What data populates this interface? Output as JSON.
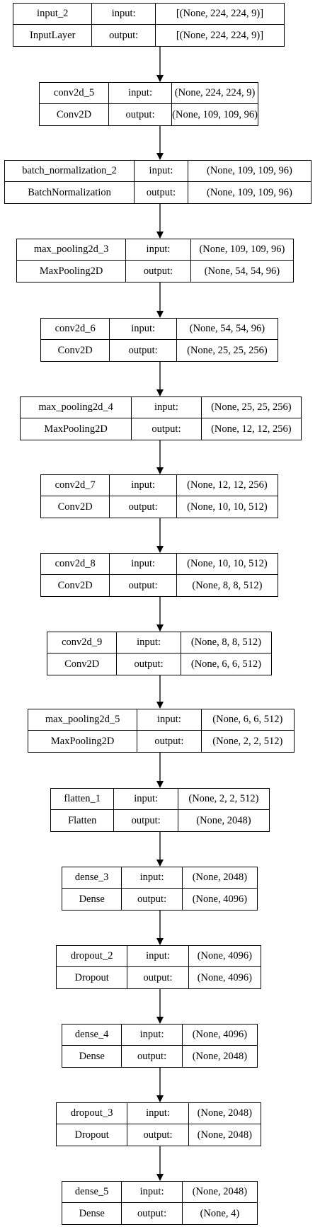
{
  "layers": [
    {
      "name": "input_2",
      "type": "InputLayer",
      "input_label": "input:",
      "output_label": "output:",
      "input_shape": "[(None, 224, 224, 9)]",
      "output_shape": "[(None, 224, 224, 9)]"
    },
    {
      "name": "conv2d_5",
      "type": "Conv2D",
      "input_label": "input:",
      "output_label": "output:",
      "input_shape": "(None, 224, 224, 9)",
      "output_shape": "(None, 109, 109, 96)"
    },
    {
      "name": "batch_normalization_2",
      "type": "BatchNormalization",
      "input_label": "input:",
      "output_label": "output:",
      "input_shape": "(None, 109, 109, 96)",
      "output_shape": "(None, 109, 109, 96)"
    },
    {
      "name": "max_pooling2d_3",
      "type": "MaxPooling2D",
      "input_label": "input:",
      "output_label": "output:",
      "input_shape": "(None, 109, 109, 96)",
      "output_shape": "(None, 54, 54, 96)"
    },
    {
      "name": "conv2d_6",
      "type": "Conv2D",
      "input_label": "input:",
      "output_label": "output:",
      "input_shape": "(None, 54, 54, 96)",
      "output_shape": "(None, 25, 25, 256)"
    },
    {
      "name": "max_pooling2d_4",
      "type": "MaxPooling2D",
      "input_label": "input:",
      "output_label": "output:",
      "input_shape": "(None, 25, 25, 256)",
      "output_shape": "(None, 12, 12, 256)"
    },
    {
      "name": "conv2d_7",
      "type": "Conv2D",
      "input_label": "input:",
      "output_label": "output:",
      "input_shape": "(None, 12, 12, 256)",
      "output_shape": "(None, 10, 10, 512)"
    },
    {
      "name": "conv2d_8",
      "type": "Conv2D",
      "input_label": "input:",
      "output_label": "output:",
      "input_shape": "(None, 10, 10, 512)",
      "output_shape": "(None, 8, 8, 512)"
    },
    {
      "name": "conv2d_9",
      "type": "Conv2D",
      "input_label": "input:",
      "output_label": "output:",
      "input_shape": "(None, 8, 8, 512)",
      "output_shape": "(None, 6, 6, 512)"
    },
    {
      "name": "max_pooling2d_5",
      "type": "MaxPooling2D",
      "input_label": "input:",
      "output_label": "output:",
      "input_shape": "(None, 6, 6, 512)",
      "output_shape": "(None, 2, 2, 512)"
    },
    {
      "name": "flatten_1",
      "type": "Flatten",
      "input_label": "input:",
      "output_label": "output:",
      "input_shape": "(None, 2, 2, 512)",
      "output_shape": "(None, 2048)"
    },
    {
      "name": "dense_3",
      "type": "Dense",
      "input_label": "input:",
      "output_label": "output:",
      "input_shape": "(None, 2048)",
      "output_shape": "(None, 4096)"
    },
    {
      "name": "dropout_2",
      "type": "Dropout",
      "input_label": "input:",
      "output_label": "output:",
      "input_shape": "(None, 4096)",
      "output_shape": "(None, 4096)"
    },
    {
      "name": "dense_4",
      "type": "Dense",
      "input_label": "input:",
      "output_label": "output:",
      "input_shape": "(None, 4096)",
      "output_shape": "(None, 2048)"
    },
    {
      "name": "dropout_3",
      "type": "Dropout",
      "input_label": "input:",
      "output_label": "output:",
      "input_shape": "(None, 2048)",
      "output_shape": "(None, 2048)"
    },
    {
      "name": "dense_5",
      "type": "Dense",
      "input_label": "input:",
      "output_label": "output:",
      "input_shape": "(None, 2048)",
      "output_shape": "(None, 4)"
    }
  ]
}
